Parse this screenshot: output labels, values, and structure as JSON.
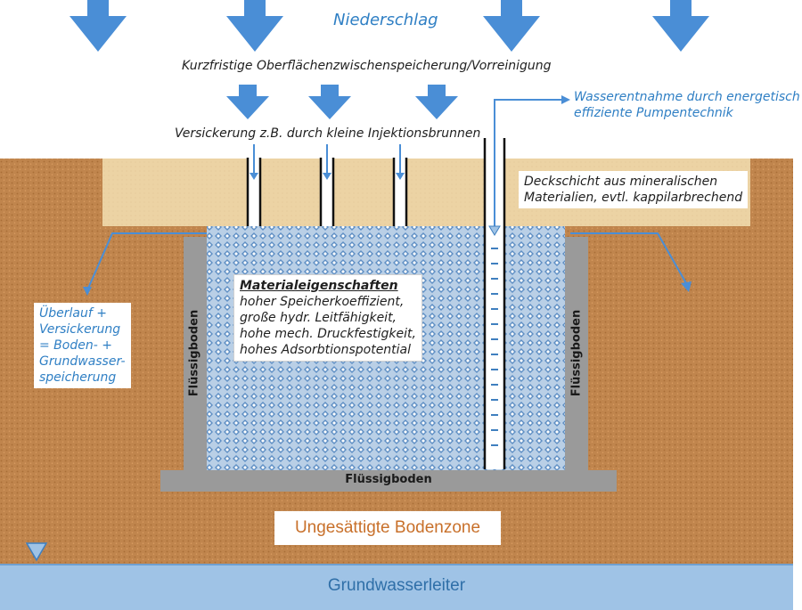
{
  "labels": {
    "precipitation": "Niederschlag",
    "surface_storage": "Kurzfristige Oberflächenzwischenspeicherung/Vorreinigung",
    "infiltration": "Versickerung z.B. durch kleine Injektionsbrunnen",
    "extraction": [
      "Wasserentnahme durch energetisch",
      "effiziente Pumpentechnik"
    ],
    "cover_layer": [
      "Deckschicht aus mineralischen",
      "Materialien, evtl. kappilarbrechend"
    ],
    "material_title": "Materialeigenschaften",
    "material_props": [
      "hoher Speicherkoeffizient,",
      "große hydr. Leitfähigkeit,",
      "hohe mech. Druckfestigkeit,",
      "hohes Adsorbtionspotential"
    ],
    "overflow": [
      "Überlauf +",
      "Versickerung",
      "= Boden- +",
      "Grundwasser-",
      "speicherung"
    ],
    "wall_left": "Flüssigboden",
    "wall_right": "Flüssigboden",
    "base": "Flüssigboden",
    "unsaturated_zone": "Ungesättigte Bodenzone",
    "aquifer": "Grundwasserleiter"
  },
  "colors": {
    "soil": "#c0854d",
    "cover": "#ecd3a4",
    "storage": "#8fb2d6",
    "wall": "#9a9a9a",
    "aquifer": "#9fc3e6",
    "arrow": "#4a8ed6",
    "unsaturated_text": "#c8702a",
    "aquifer_text": "#2f6fa8"
  }
}
